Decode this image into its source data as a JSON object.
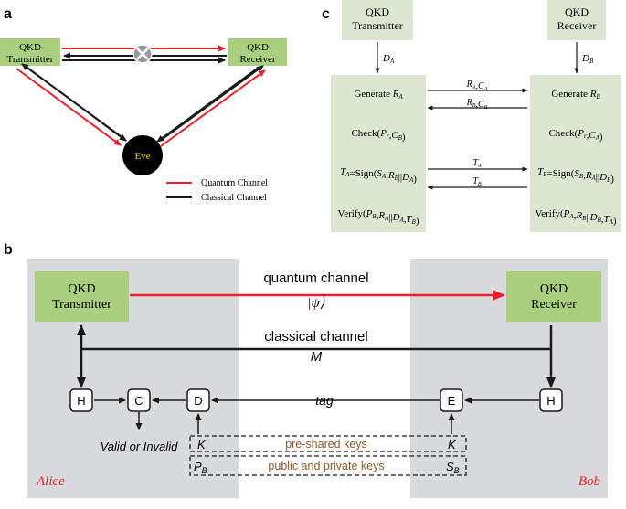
{
  "panel_a": {
    "label": "a",
    "transmitter": [
      "QKD",
      "Transmitter"
    ],
    "receiver": [
      "QKD",
      "Receiver"
    ],
    "eve": "Eve",
    "legend": {
      "quantum": "Quantum Channel",
      "classical": "Classical Channel"
    },
    "colors": {
      "quantum": "#e8202a",
      "classical": "#1a1a1a",
      "box": "#a9cf7f",
      "eve": "#000000",
      "eve_text": "#f5d000"
    }
  },
  "panel_b": {
    "label": "b",
    "transmitter": [
      "QKD",
      "Transmitter"
    ],
    "receiver": [
      "QKD",
      "Receiver"
    ],
    "quantum_channel": "quantum channel",
    "psi": "|ψ⟩",
    "classical_channel": "classical channel",
    "message": "M",
    "nodes": {
      "h_left": "H",
      "c": "C",
      "d": "D",
      "e": "E",
      "h_right": "H"
    },
    "tag": "tag",
    "valid_invalid": "Valid or Invalid",
    "key_left": "K",
    "key_right": "K",
    "pre_shared": "pre-shared keys",
    "pb_base": "P",
    "pb_sub": "B",
    "sb_base": "S",
    "sb_sub": "B",
    "public_private": "public and private keys",
    "alice": "Alice",
    "bob": "Bob",
    "colors": {
      "panel": "#d9dadc",
      "box": "#a9cf7f",
      "quantum": "#e8202a",
      "name": "#e8202a",
      "keys_text": "#8b5a2b"
    }
  },
  "panel_c": {
    "label": "c",
    "transmitter": [
      "QKD",
      "Transmitter"
    ],
    "receiver": [
      "QKD",
      "Receiver"
    ],
    "da": {
      "base": "D",
      "sub": "A"
    },
    "db": {
      "base": "D",
      "sub": "B"
    },
    "left_steps": [
      [
        [
          "Generate ",
          ""
        ],
        [
          "R",
          "A"
        ]
      ],
      [
        [
          "Check(",
          ""
        ],
        [
          "P",
          "r"
        ],
        [
          ",",
          ""
        ],
        [
          "C",
          "B"
        ],
        [
          ")",
          ""
        ]
      ],
      [
        [
          "T",
          "A"
        ],
        [
          "=Sign(",
          ""
        ],
        [
          "S",
          "A"
        ],
        [
          ",",
          ""
        ],
        [
          "R",
          "B"
        ],
        [
          "||",
          ""
        ],
        [
          "D",
          "A"
        ],
        [
          ")",
          ""
        ]
      ],
      [
        [
          "Verify(",
          ""
        ],
        [
          "P",
          "B"
        ],
        [
          ",",
          ""
        ],
        [
          "R",
          "A"
        ],
        [
          "||",
          ""
        ],
        [
          "D",
          "A"
        ],
        [
          ",",
          ""
        ],
        [
          "T",
          "B"
        ],
        [
          ")",
          ""
        ]
      ]
    ],
    "right_steps": [
      [
        [
          "Generate ",
          ""
        ],
        [
          "R",
          "B"
        ]
      ],
      [
        [
          "Check(",
          ""
        ],
        [
          "P",
          "r"
        ],
        [
          ",",
          ""
        ],
        [
          "C",
          "A"
        ],
        [
          ")",
          ""
        ]
      ],
      [
        [
          "T",
          "B"
        ],
        [
          "=Sign(",
          ""
        ],
        [
          "S",
          "B"
        ],
        [
          ",",
          ""
        ],
        [
          "R",
          "A"
        ],
        [
          "||",
          ""
        ],
        [
          "D",
          "B"
        ],
        [
          ")",
          ""
        ]
      ],
      [
        [
          "Verify(",
          ""
        ],
        [
          "P",
          "A"
        ],
        [
          ",",
          ""
        ],
        [
          "R",
          "B"
        ],
        [
          "||",
          ""
        ],
        [
          "D",
          "B"
        ],
        [
          ",",
          ""
        ],
        [
          "T",
          "A"
        ],
        [
          ")",
          ""
        ]
      ]
    ],
    "msgs": [
      [
        [
          "R",
          "A"
        ],
        [
          ",",
          ""
        ],
        [
          "C",
          "A"
        ]
      ],
      [
        [
          "R",
          "B"
        ],
        [
          ",",
          ""
        ],
        [
          "C",
          "B"
        ]
      ],
      [
        [
          "T",
          "A"
        ]
      ],
      [
        [
          "T",
          "B"
        ]
      ]
    ],
    "colors": {
      "column": "#dde6d0",
      "box": "#dde6d0"
    }
  }
}
